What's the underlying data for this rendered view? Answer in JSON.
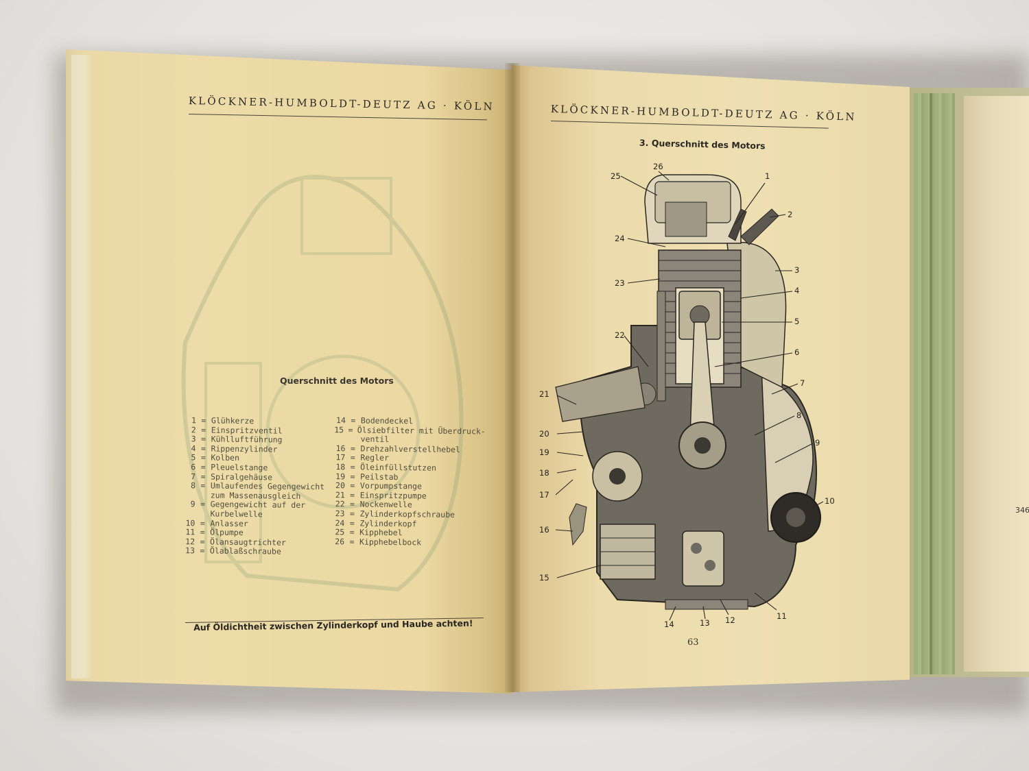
{
  "pages": {
    "left": {
      "header": "KLÖCKNER-HUMBOLDT-DEUTZ AG · KÖLN",
      "legend_title": "Querschnitt des Motors",
      "legend_col1": [
        {
          "num": "1",
          "text": "Glühkerze"
        },
        {
          "num": "2",
          "text": "Einspritzventil"
        },
        {
          "num": "3",
          "text": "Kühlluftführung"
        },
        {
          "num": "4",
          "text": "Rippenzylinder"
        },
        {
          "num": "5",
          "text": "Kolben"
        },
        {
          "num": "6",
          "text": "Pleuelstange"
        },
        {
          "num": "7",
          "text": "Spiralgehäuse"
        },
        {
          "num": "8",
          "text": "Umlaufendes Gegengewicht"
        },
        {
          "num": "",
          "text": "zum Massenausgleich"
        },
        {
          "num": "9",
          "text": "Gegengewicht auf der"
        },
        {
          "num": "",
          "text": "Kurbelwelle"
        },
        {
          "num": "10",
          "text": "Anlasser"
        },
        {
          "num": "11",
          "text": "Ölpumpe"
        },
        {
          "num": "12",
          "text": "Ölansaugtrichter"
        },
        {
          "num": "13",
          "text": "Ölablaßschraube"
        }
      ],
      "legend_col2": [
        {
          "num": "14",
          "text": "Bodendeckel"
        },
        {
          "num": "15",
          "text": "Ölsiebfilter mit Überdruck-"
        },
        {
          "num": "",
          "text": "ventil"
        },
        {
          "num": "16",
          "text": "Drehzahlverstellhebel"
        },
        {
          "num": "17",
          "text": "Regler"
        },
        {
          "num": "18",
          "text": "Öleinfüllstutzen"
        },
        {
          "num": "19",
          "text": "Peilstab"
        },
        {
          "num": "20",
          "text": "Vorpumpstange"
        },
        {
          "num": "21",
          "text": "Einspritzpumpe"
        },
        {
          "num": "22",
          "text": "Nockenwelle"
        },
        {
          "num": "23",
          "text": "Zylinderkopfschraube"
        },
        {
          "num": "24",
          "text": "Zylinderkopf"
        },
        {
          "num": "25",
          "text": "Kipphebel"
        },
        {
          "num": "26",
          "text": "Kipphebelbock"
        }
      ],
      "legend_eq": "=",
      "warning": "Auf Öldichtheit zwischen Zylinderkopf und Haube achten!"
    },
    "right": {
      "header": "KLÖCKNER-HUMBOLDT-DEUTZ AG · KÖLN",
      "figure_title": "3. Querschnitt des Motors",
      "page_number": "63",
      "callouts": [
        "1",
        "2",
        "3",
        "4",
        "5",
        "6",
        "7",
        "8",
        "9",
        "10",
        "11",
        "12",
        "13",
        "14",
        "15",
        "16",
        "17",
        "18",
        "19",
        "20",
        "21",
        "22",
        "23",
        "24",
        "25",
        "26"
      ]
    },
    "next_page_fragment": "346"
  },
  "colors": {
    "paper": "#ecdbab",
    "ink": "#2b2823",
    "faded_ink": "#4d4a40",
    "spine_cloth": "#a9b986",
    "background": "#e4e2de"
  }
}
